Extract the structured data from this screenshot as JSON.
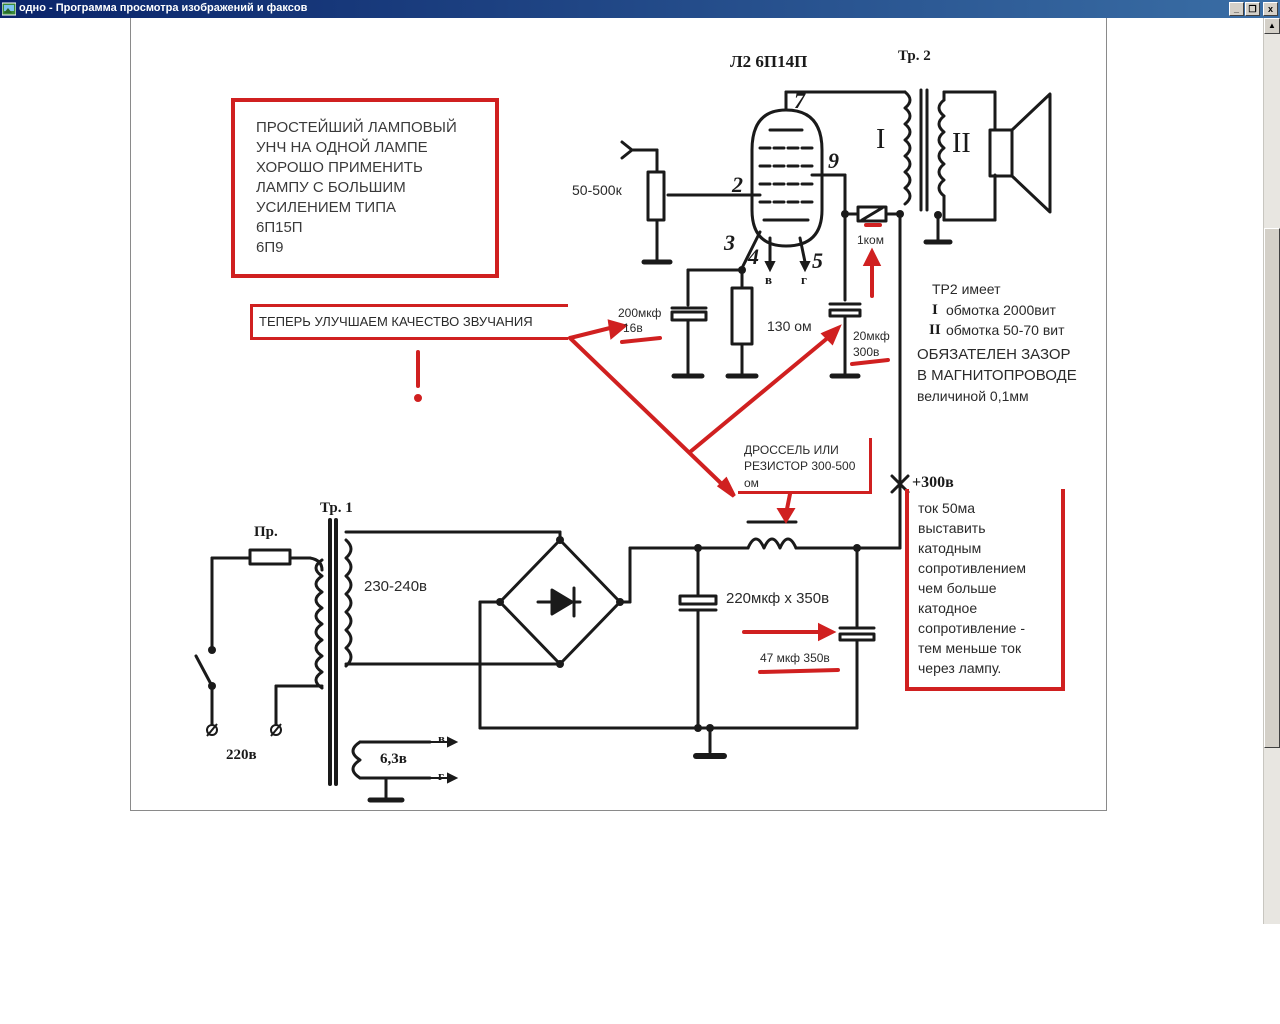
{
  "window": {
    "title": "одно - Программа просмотра изображений и факсов",
    "min_glyph": "_",
    "restore_glyph": "❐",
    "close_glyph": "x",
    "scroll_up_glyph": "▲"
  },
  "schematic": {
    "lamp_label": "Л2 6П14П",
    "tr2_label": "Тр. 2",
    "pin_7": "7",
    "pin_9": "9",
    "pin_2": "2",
    "pin_3": "3",
    "pin_4": "4",
    "pin_5": "5",
    "pin_v": "в",
    "pin_g": "г",
    "winding_1": "I",
    "winding_2": "II",
    "pot_label": "50-500к",
    "r1k_label": "1ком",
    "cap200_val": "200мкф",
    "cap200_volt": "16в",
    "r130_label": "130 ом",
    "cap20_val": "20мкф",
    "cap20_volt": "300в",
    "tr2_note": [
      "ТР2  имеет",
      "обмотка 2000вит",
      "обмотка 50-70 вит",
      "ОБЯЗАТЕЛЕН ЗАЗОР",
      "В МАГНИТОПРОВОДЕ",
      "величиной 0,1мм"
    ],
    "tr2_note_marks": [
      "I",
      "II"
    ],
    "info_box": [
      "ПРОСТЕЙШИЙ  ЛАМПОВЫЙ",
      "УНЧ  НА  ОДНОЙ  ЛАМПЕ",
      "ХОРОШО  ПРИМЕНИТЬ",
      "ЛАМПУ  С  БОЛЬШИМ",
      "УСИЛЕНИЕМ  ТИПА",
      "6П15П",
      "6П9"
    ],
    "improve_label": "ТЕПЕРЬ  УЛУЧШАЕМ  КАЧЕСТВО  ЗВУЧАНИЯ",
    "exclamation": "!",
    "choke_note": [
      "ДРОССЕЛЬ  ИЛИ",
      "РЕЗИСТОР 300-500",
      "ом"
    ],
    "plus300": "+300в",
    "current_note": [
      " ток 50ма",
      "выставить",
      "катодным",
      "сопротивлением",
      "чем  больше",
      "катодное",
      "сопротивление -",
      "тем меньше ток",
      "через  лампу."
    ],
    "tr1_label": "Тр. 1",
    "fuse_label": "Пр.",
    "secondary_label": "230-240в",
    "mains_label": "220в",
    "heater_label": "6,3в",
    "heater_v": "в",
    "heater_g": "г",
    "cap220_label": "220мкф  х  350в",
    "cap47_label": "47 мкф  350в"
  },
  "colors": {
    "ink": "#1a1a1a",
    "annotation_red": "#d02020",
    "titlebar_start": "#0a246a",
    "titlebar_end": "#3a6ea5"
  }
}
